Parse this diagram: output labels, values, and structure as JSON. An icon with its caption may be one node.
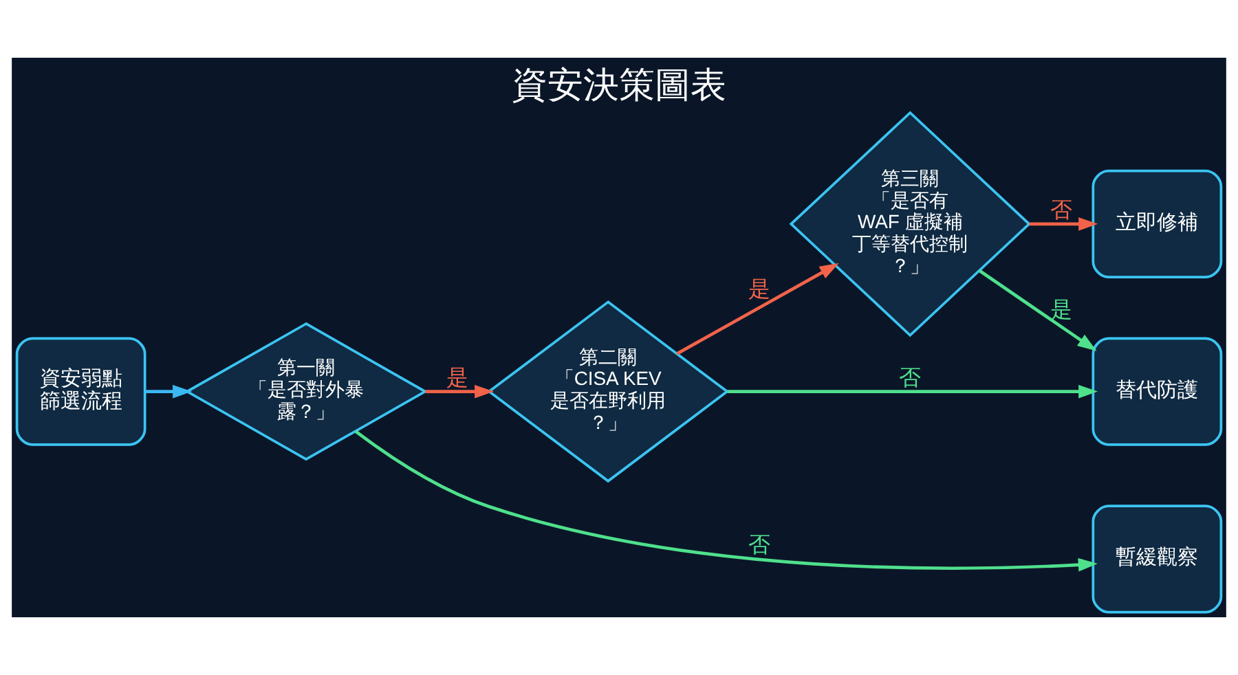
{
  "diagram": {
    "title": "資安決策圖表",
    "nodes": [
      {
        "text": [
          "資安弱點篩選流程"
        ]
      },
      {
        "text": [
          "第一關",
          "「是否對外暴露？」"
        ]
      },
      {
        "text": [
          "第二關",
          "「CISA KEV 是否在野利用？」"
        ]
      },
      {
        "text": [
          "第三關",
          "「是否有 WAF 虛擬補丁等替代控制？」"
        ]
      },
      {
        "text": [
          "立即修補"
        ]
      },
      {
        "text": [
          "替代防護"
        ]
      },
      {
        "text": [
          "暫緩觀察"
        ]
      }
    ],
    "edges": [
      {
        "from": 0,
        "to": 1,
        "arrow": "to",
        "color": "#3bb8f2"
      },
      {
        "from": 1,
        "to": 2,
        "arrow": "to",
        "label": "是",
        "color": "#f2634a"
      },
      {
        "from": 1,
        "to": 6,
        "arrow": "to",
        "label": "否",
        "color": "#4fe08c"
      },
      {
        "from": 2,
        "to": 3,
        "arrow": "to",
        "label": "是",
        "color": "#f2634a"
      },
      {
        "from": 2,
        "to": 5,
        "arrow": "to",
        "label": "否",
        "color": "#4fe08c"
      },
      {
        "from": 3,
        "to": 4,
        "arrow": "to",
        "label": "否",
        "color": "#f2634a"
      },
      {
        "from": 3,
        "to": 5,
        "arrow": "to",
        "label": "是",
        "color": "#4fe08c"
      }
    ]
  }
}
